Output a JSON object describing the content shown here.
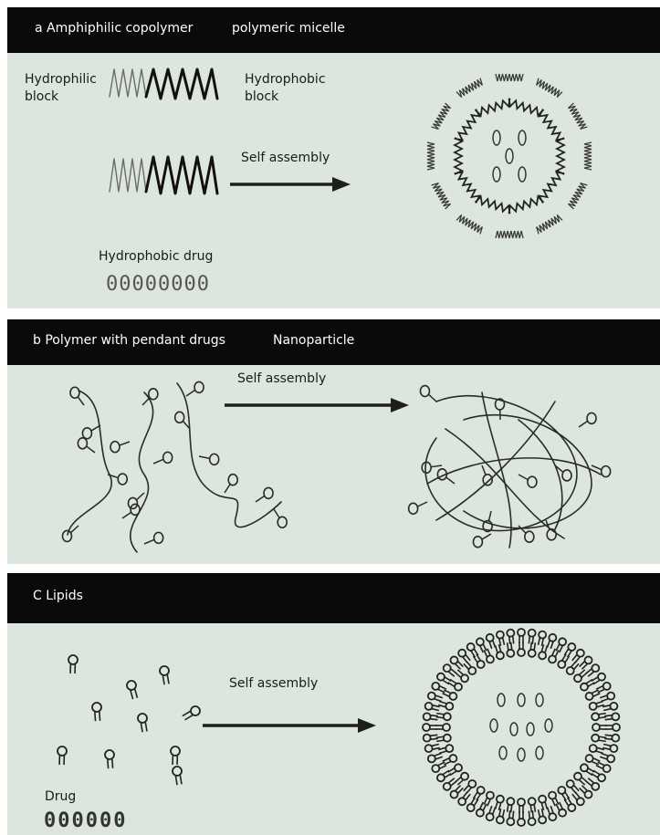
{
  "panel_a": {
    "header_title": "a Amphiphilic copolymer",
    "header_result": "polymeric micelle",
    "hydrophilic_label_line1": "Hydrophilic",
    "hydrophilic_label_line2": "block",
    "hydrophobic_label_line1": "Hydrophobic",
    "hydrophobic_label_line2": "block",
    "arrow_label": "Self assembly",
    "drug_label": "Hydrophobic drug",
    "drug_glyphs": "00000000"
  },
  "panel_b": {
    "header_title": "b Polymer with pendant drugs",
    "header_result": "Nanoparticle",
    "arrow_label": "Self assembly"
  },
  "panel_c": {
    "header_title": "C Lipids",
    "arrow_label": "Self assembly",
    "drug_label": "Drug",
    "drug_glyphs": "000000"
  },
  "colors": {
    "header_bg": "#0a0a0a",
    "header_text": "#ffffff",
    "paper": "#dde5df",
    "pencil": "#2a2a2a"
  }
}
